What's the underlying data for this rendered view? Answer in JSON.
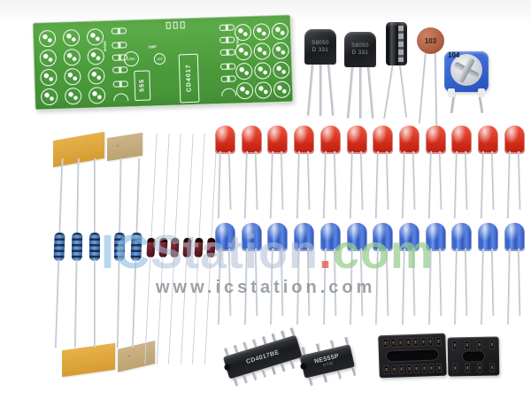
{
  "scene": {
    "type": "product-photo",
    "subject": "Electronic DIY LED chaser kit: PCB, LEDs, resistors, diodes, transistors, capacitors, trimmer, ICs and sockets"
  },
  "watermark": {
    "ic": "IC",
    "station": "Station",
    "dot": ".",
    "com": "com",
    "url": "www.icstation.com"
  },
  "pcb": {
    "timer_ic_label": "555",
    "counter_ic_label": "CD4017",
    "pot_label": "100K",
    "diode_label": "1N4148",
    "cap_label_1": "100P",
    "cap_label_2": "103"
  },
  "components": {
    "red_led_count": 12,
    "blue_led_count": 12,
    "resistor_count": 5,
    "diode_count": 6,
    "transistor_line1": "S8050",
    "transistor_line2": "D 331",
    "disc_cap_label": "103",
    "trimmer_label": "104",
    "ic_16pin_label": "CD4017BE",
    "ic_8pin_label": "NE555P",
    "ic_8pin_sub": "STM"
  }
}
